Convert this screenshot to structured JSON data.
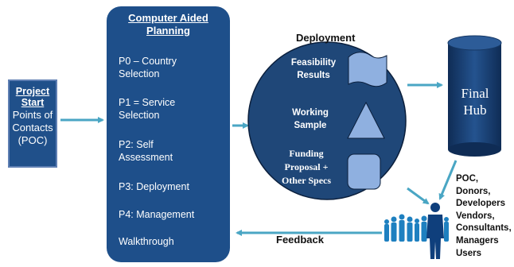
{
  "project_start": {
    "title_line1": "Project",
    "title_line2": "Start",
    "body_line1": "Points of",
    "body_line2": "Contacts",
    "body_line3": "(POC)"
  },
  "planning": {
    "title_line1": "Computer Aided",
    "title_line2": "Planning",
    "steps": [
      {
        "line1": "P0 – Country",
        "line2": "Selection"
      },
      {
        "line1": "P1 =  Service",
        "line2": "Selection"
      },
      {
        "line1": "P2: Self",
        "line2": "Assessment"
      },
      {
        "line1": "P3: Deployment",
        "line2": ""
      },
      {
        "line1": "P4: Management",
        "line2": ""
      },
      {
        "line1": "Walkthrough",
        "line2": ""
      }
    ]
  },
  "deployment": {
    "label": "Deployment",
    "items": [
      {
        "line1": "Feasibility",
        "line2": "Results",
        "shape": "wave-flag"
      },
      {
        "line1": "Working",
        "line2": "Sample",
        "shape": "triangle"
      },
      {
        "line1": "Funding",
        "line2": "Proposal +",
        "line3": "Other Specs",
        "shape": "rounded-square"
      }
    ]
  },
  "hub": {
    "line1": "Final",
    "line2": "Hub"
  },
  "stakeholders": [
    "POC,",
    "Donors,",
    "Developers",
    "Vendors,",
    "Consultants,",
    "Managers",
    "Users"
  ],
  "feedback_label": "Feedback",
  "colors": {
    "panel_blue": "#1e4f8a",
    "ellipse_blue": "#1f4778",
    "shape_fill": "#8fb0e0",
    "arrow_teal": "#4aa6c4",
    "cylinder": "#1a3d6e"
  }
}
